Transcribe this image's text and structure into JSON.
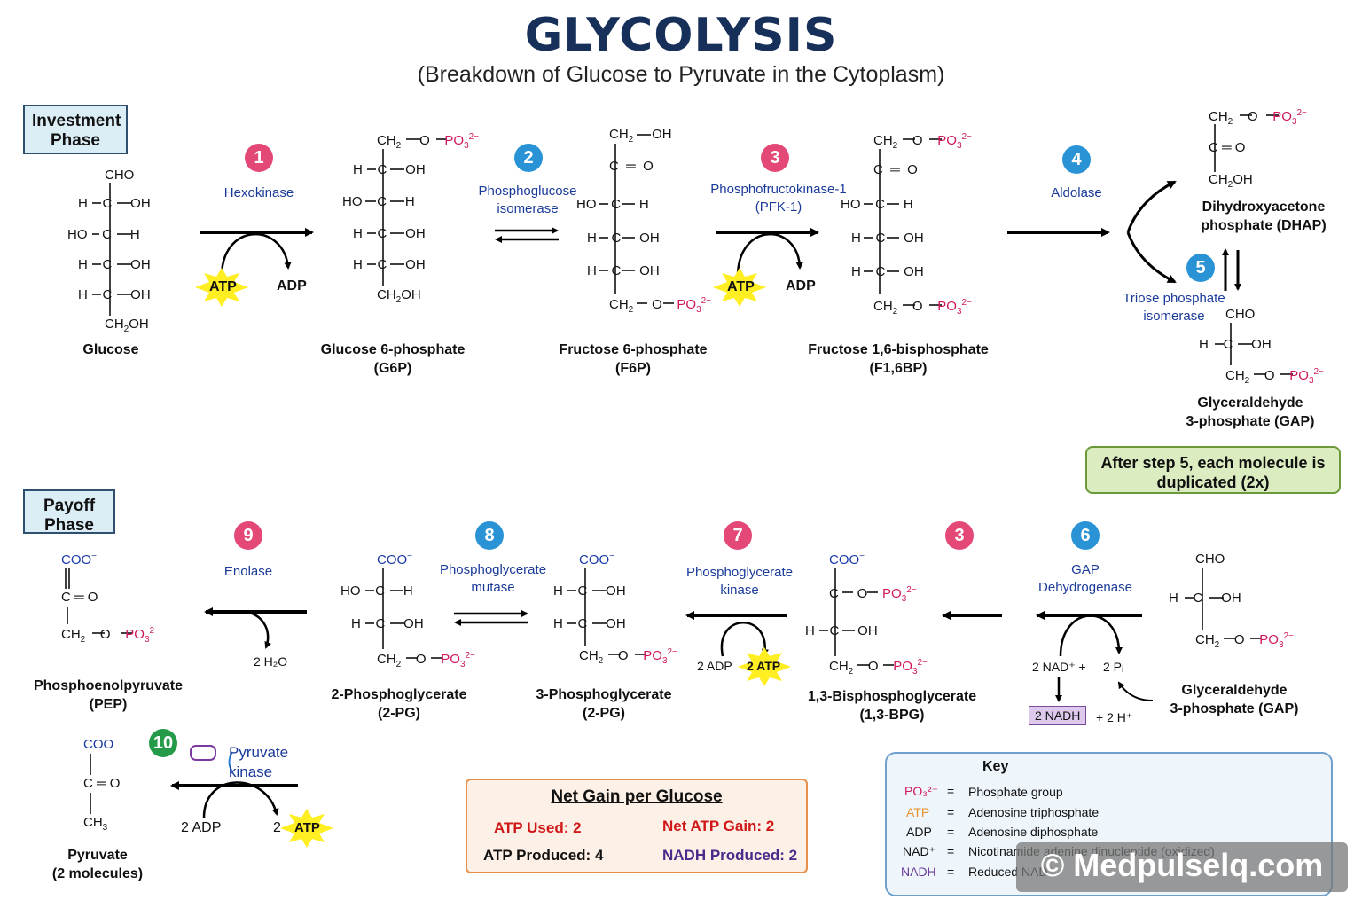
{
  "title": "GLYCOLYSIS",
  "subtitle": "(Breakdown of Glucose to Pyruvate in the Cytoplasm)",
  "phases": {
    "investment": "Investment Phase",
    "payoff": "Payoff Phase"
  },
  "steps": {
    "s1": {
      "num": "1",
      "enzyme": "Hexokinase",
      "in": "ATP",
      "out": "ADP"
    },
    "s2": {
      "num": "2",
      "enzyme": "Phosphoglucose isomerase"
    },
    "s3": {
      "num": "3",
      "enzyme": "Phosphofructokinase-1 (PFK-1)",
      "in": "ATP",
      "out": "ADP"
    },
    "s4": {
      "num": "4",
      "enzyme": "Aldolase"
    },
    "s5": {
      "num": "5",
      "enzyme": "Triose phosphate isomerase"
    },
    "s6": {
      "num": "6",
      "enzyme": "GAP Dehydrogenase",
      "nad": "2 NAD⁺ +",
      "pi": "2 Pᵢ",
      "nadh": "2 NADH",
      "h": "+ 2 H⁺"
    },
    "s3b": {
      "num": "3"
    },
    "s7": {
      "num": "7",
      "enzyme": "Phosphoglycerate kinase",
      "in": "2 ADP",
      "out": "2 ATP"
    },
    "s8": {
      "num": "8",
      "enzyme": "Phosphoglycerate mutase"
    },
    "s9": {
      "num": "9",
      "enzyme": "Enolase",
      "out": "2 H₂O"
    },
    "s10": {
      "num": "10",
      "enzyme": "Pyruvate kinase",
      "in": "2 ADP",
      "out_num": "2",
      "out": "ATP"
    }
  },
  "molecules": {
    "glucose": {
      "name": "Glucose"
    },
    "g6p": {
      "name": "Glucose 6-phosphate",
      "abbr": "(G6P)"
    },
    "f6p": {
      "name": "Fructose 6-phosphate",
      "abbr": "(F6P)"
    },
    "f16bp": {
      "name": "Fructose 1,6-bisphosphate",
      "abbr": "(F1,6BP)"
    },
    "dhap": {
      "name": "Dihydroxyacetone",
      "name2": "phosphate (DHAP)"
    },
    "gap": {
      "name": "Glyceraldehyde",
      "name2": "3-phosphate (GAP)"
    },
    "gap2": {
      "name": "Glyceraldehyde",
      "name2": "3-phosphate (GAP)"
    },
    "bpg": {
      "name": "1,3-Bisphosphoglycerate",
      "abbr": "(1,3-BPG)"
    },
    "pg3": {
      "name": "3-Phosphoglycerate",
      "abbr": "(2-PG)"
    },
    "pg2": {
      "name": "2-Phosphoglycerate",
      "abbr": "(2-PG)"
    },
    "pep": {
      "name": "Phosphoenolpyruvate",
      "abbr": "(PEP)"
    },
    "pyruvate": {
      "name": "Pyruvate",
      "abbr": "(2 molecules)"
    }
  },
  "duplicate_note": "After step 5, each molecule is duplicated (2x)",
  "net_gain": {
    "title": "Net Gain per Glucose",
    "atp_used": "ATP Used:  2",
    "net_atp": "Net ATP Gain:  2",
    "atp_produced": "ATP Produced:  4",
    "nadh_produced": "NADH Produced:  2"
  },
  "key": {
    "title": "Key",
    "rows": [
      {
        "sym": "PO₃²⁻",
        "eq": "=",
        "desc": "Phosphate group"
      },
      {
        "sym": "ATP",
        "eq": "=",
        "desc": "Adenosine triphosphate"
      },
      {
        "sym": "ADP",
        "eq": "=",
        "desc": "Adenosine diphosphate"
      },
      {
        "sym": "NAD⁺",
        "eq": "=",
        "desc": "Nicotinamide adenine dinucleotide (oxidized)"
      },
      {
        "sym": "NADH",
        "eq": "=",
        "desc": "Reduced NAD⁺"
      }
    ]
  },
  "watermark": "© Medpulselq.com",
  "colors": {
    "title": "#17305a",
    "enzyme": "#1a3a9a",
    "phosphate": "#d0185f",
    "step_pink": "#e34877",
    "step_blue": "#2a93d5",
    "step_green": "#259b4a",
    "atp_star": "#ffee22"
  }
}
